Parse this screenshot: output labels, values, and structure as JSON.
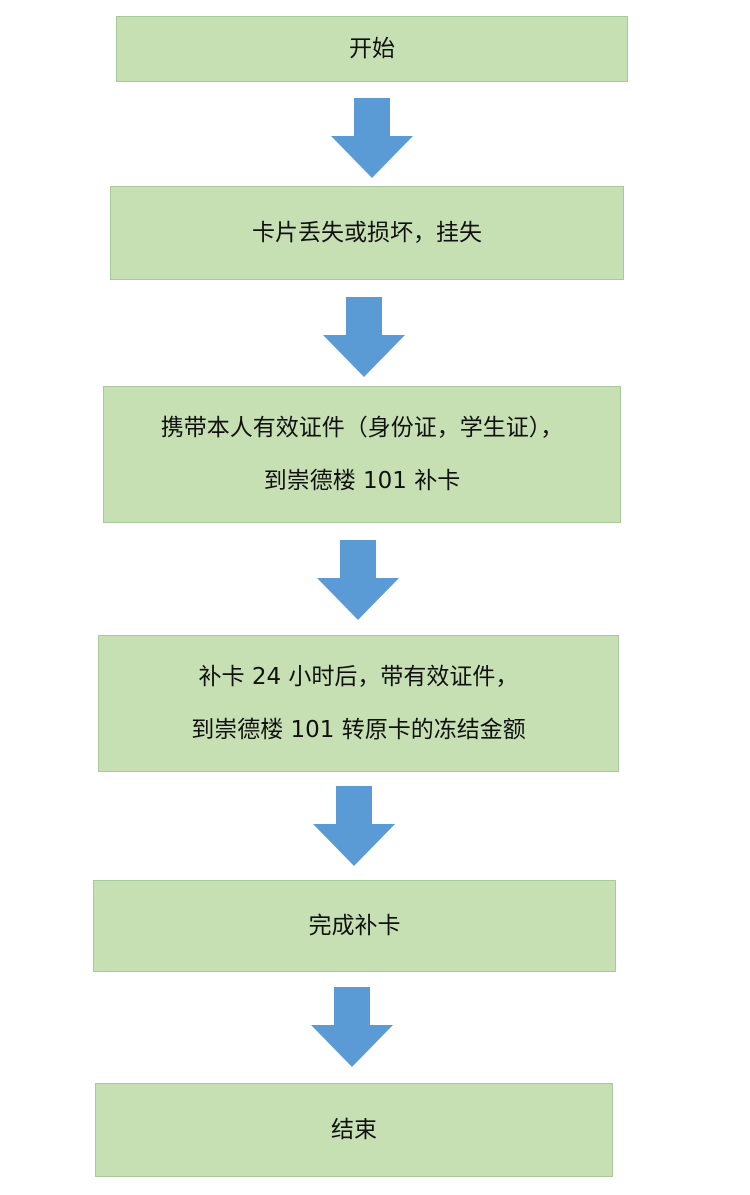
{
  "colors": {
    "box_fill": "#c6e0b4",
    "box_border": "#a9c99a",
    "arrow_fill": "#5b9bd5",
    "text": "#111111"
  },
  "steps": [
    {
      "lines": [
        "开始"
      ]
    },
    {
      "lines": [
        "卡片丢失或损坏，挂失"
      ]
    },
    {
      "lines": [
        "携带本人有效证件（身份证，学生证），",
        "到崇德楼 101 补卡"
      ]
    },
    {
      "lines": [
        "补卡 24 小时后，带有效证件，",
        "到崇德楼 101 转原卡的冻结金额"
      ]
    },
    {
      "lines": [
        "完成补卡"
      ]
    },
    {
      "lines": [
        "结束"
      ]
    }
  ]
}
